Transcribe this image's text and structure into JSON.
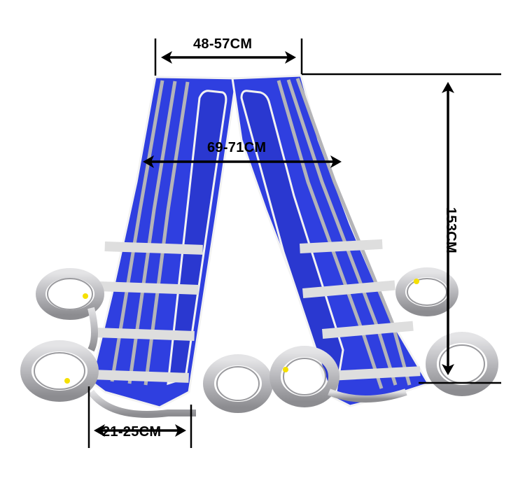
{
  "product": {
    "subject": "air compression leg wraps with hoses",
    "colors": {
      "fabric": "#2f3fe0",
      "fabric_dark": "#1f2cb0",
      "piping": "#f2f2f2",
      "chamber_stripe": "#b4b4b8",
      "strap": "#dedede",
      "hose": "#bfbfc2",
      "hose_dark": "#8e8e92",
      "connector_dot": "#f5e000",
      "dimension_line": "#000000"
    }
  },
  "dimensions": {
    "waist_width": "48-57CM",
    "thigh_width": "69-71CM",
    "length": "153CM",
    "ankle_width": "21-25CM"
  }
}
